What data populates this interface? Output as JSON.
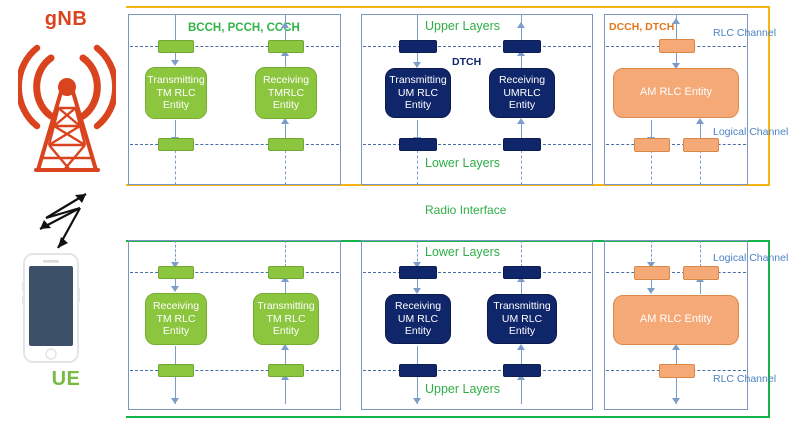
{
  "diagram": {
    "title_labels": {
      "gnb": "gNB",
      "ue": "UE",
      "radio_interface": "Radio Interface"
    },
    "colors": {
      "gnb_orange": "#D9441E",
      "ue_green": "#76BC43",
      "tm_green": "#8CC63F",
      "um_navy": "#10266B",
      "am_peach": "#F4A977",
      "panel_border": "#7D96C0",
      "dashed_line": "#4a6fa5",
      "gnb_boundary": "#F5B517",
      "ue_boundary": "#18B24B",
      "channel_label_blue": "#4C82C3",
      "layer_label_green": "#31B34A"
    },
    "gnb_side": {
      "tm_panel": {
        "channel_label": "BCCH, PCCH, CCCH",
        "left_entity": "Transmitting\nTM RLC\nEntity",
        "left_entity_lines": [
          "Transmitting",
          "TM RLC",
          "Entity"
        ],
        "right_entity_lines": [
          "Receiving",
          "TMRLC",
          "Entity"
        ]
      },
      "um_panel": {
        "upper_label": "Upper Layers",
        "channel_label": "DTCH",
        "lower_label": "Lower Layers",
        "left_entity_lines": [
          "Transmitting",
          "UM RLC",
          "Entity"
        ],
        "right_entity_lines": [
          "Receiving",
          "UMRLC",
          "Entity"
        ]
      },
      "am_panel": {
        "channel_label": "DCCH, DTCH",
        "top_channel_name": "RLC Channel",
        "bottom_channel_name": "Logical Channel",
        "entity_label": "AM RLC Entity"
      }
    },
    "ue_side": {
      "tm_panel": {
        "left_entity_lines": [
          "Receiving",
          "TM RLC",
          "Entity"
        ],
        "right_entity_lines": [
          "Transmitting",
          "TM RLC",
          "Entity"
        ]
      },
      "um_panel": {
        "upper_label": "Lower Layers",
        "lower_label": "Upper Layers",
        "left_entity_lines": [
          "Receiving",
          "UM RLC",
          "Entity"
        ],
        "right_entity_lines": [
          "Transmitting",
          "UM RLC",
          "Entity"
        ]
      },
      "am_panel": {
        "top_channel_name": "Logical Channel",
        "bottom_channel_name": "RLC Channel",
        "entity_label": "AM RLC Entity"
      }
    },
    "icons": {
      "tower": "cell-tower-icon",
      "phone": "smartphone-icon",
      "link": "lightning-link-icon"
    }
  }
}
